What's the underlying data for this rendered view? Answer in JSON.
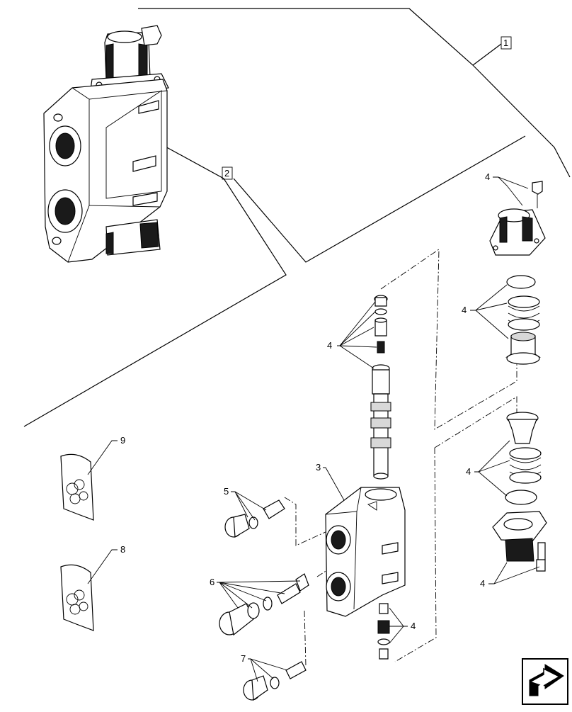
{
  "callouts": {
    "c1": "1",
    "c2": "2",
    "c3": "3",
    "c4a": "4",
    "c4b": "4",
    "c4c": "4",
    "c4d": "4",
    "c4e": "4",
    "c4f": "4",
    "c5": "5",
    "c6": "6",
    "c7": "7",
    "c8": "8",
    "c9": "9"
  },
  "icons": {
    "navigation": "next-page-arrow-icon"
  }
}
